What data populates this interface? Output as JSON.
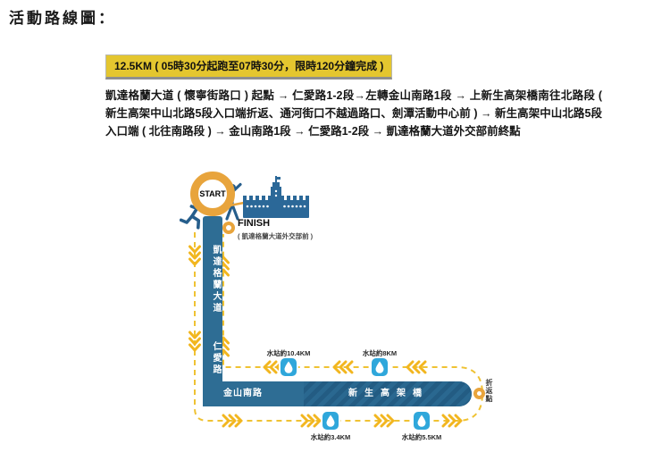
{
  "title": "活動路線圖：",
  "heading": "12.5KM ( 05時30分起跑至07時30分，限時120分鐘完成 )",
  "description": "凱達格蘭大道 ( 懷寧街路口 ) 起點 → 仁愛路1-2段→左轉金山南路1段 → 上新生高架橋南往北路段 ( 新生高架中山北路5段入口端折返、通河街口不越過路口、劍潭活動中心前 ) → 新生高架中山北路5段入口端 ( 北往南路段 ) → 金山南路1段 → 仁愛路1-2段 → 凱達格蘭大道外交部前終點",
  "map": {
    "start": "START",
    "finish": "FINISH",
    "finish_note": "( 凱達格蘭大道外交部前 )",
    "turnaround": "折返點",
    "roads": {
      "ketagalan_blvd": "凱達格蘭大道",
      "renai_rd": "仁愛路",
      "jinshan_s_rd": "金山南路",
      "xinsheng_viaduct": "新生高架橋"
    },
    "water_stations": [
      {
        "label": "水站約10.4KM"
      },
      {
        "label": "水站約8KM"
      },
      {
        "label": "水站約3.4KM"
      },
      {
        "label": "水站約5.5KM"
      }
    ],
    "colors": {
      "road_blue": "#2E6D94",
      "road_hatch_dark": "#235C83",
      "icon_navy": "#265E8C",
      "water_station_blue": "#2FA7DB",
      "route_dash_yellow": "#EFC233",
      "chevron_yellow": "#F2B61F",
      "marker_amber": "#E8A43C",
      "heading_highlight": "#E4C62F"
    }
  }
}
